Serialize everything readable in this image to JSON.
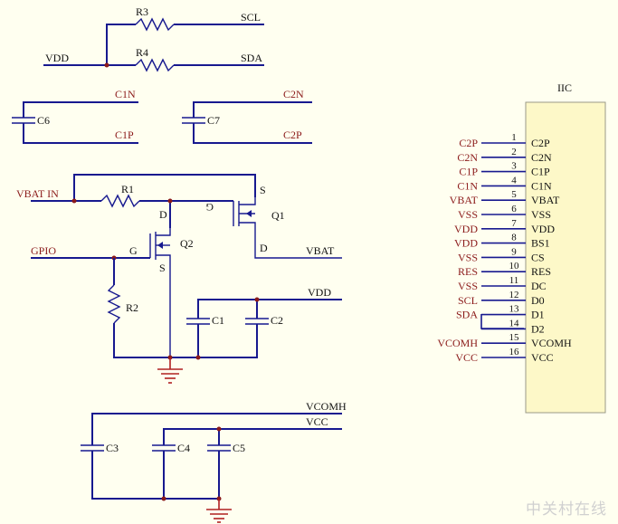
{
  "top": {
    "r3_ref": "R3",
    "r4_ref": "R4",
    "scl": "SCL",
    "sda": "SDA",
    "vdd": "VDD"
  },
  "caps": {
    "c6_ref": "C6",
    "c6_top": "C1N",
    "c6_bot": "C1P",
    "c7_ref": "C7",
    "c7_top": "C2N",
    "c7_bot": "C2P"
  },
  "power": {
    "vbat_in": "VBAT IN",
    "r1_ref": "R1",
    "q1_ref": "Q1",
    "q2_ref": "Q2",
    "gpio": "GPIO",
    "vbat": "VBAT",
    "vdd": "VDD",
    "r2_ref": "R2",
    "c1_ref": "C1",
    "c2_ref": "C2",
    "q2_g": "G",
    "q2_d": "D",
    "q2_s": "S",
    "q1_g": "G",
    "q1_s": "S",
    "q1_d": "D"
  },
  "bottom": {
    "vcomh": "VCOMH",
    "vcc": "VCC",
    "c3_ref": "C3",
    "c4_ref": "C4",
    "c5_ref": "C5"
  },
  "connector": {
    "title": "IIC",
    "pins": [
      {
        "num": "1",
        "name": "C2P",
        "net": "C2P"
      },
      {
        "num": "2",
        "name": "C2N",
        "net": "C2N"
      },
      {
        "num": "3",
        "name": "C1P",
        "net": "C1P"
      },
      {
        "num": "4",
        "name": "C1N",
        "net": "C1N"
      },
      {
        "num": "5",
        "name": "VBAT",
        "net": "VBAT"
      },
      {
        "num": "6",
        "name": "VSS",
        "net": "VSS"
      },
      {
        "num": "7",
        "name": "VDD",
        "net": "VDD"
      },
      {
        "num": "8",
        "name": "BS1",
        "net": "VDD"
      },
      {
        "num": "9",
        "name": "CS",
        "net": "VSS"
      },
      {
        "num": "10",
        "name": "RES",
        "net": "RES"
      },
      {
        "num": "11",
        "name": "DC",
        "net": "VSS"
      },
      {
        "num": "12",
        "name": "D0",
        "net": "SCL"
      },
      {
        "num": "13",
        "name": "D1",
        "net": "SDA"
      },
      {
        "num": "14",
        "name": "D2",
        "net": ""
      },
      {
        "num": "15",
        "name": "VCOMH",
        "net": "VCOMH"
      },
      {
        "num": "16",
        "name": "VCC",
        "net": "VCC"
      }
    ]
  },
  "watermark": "中关村在线"
}
